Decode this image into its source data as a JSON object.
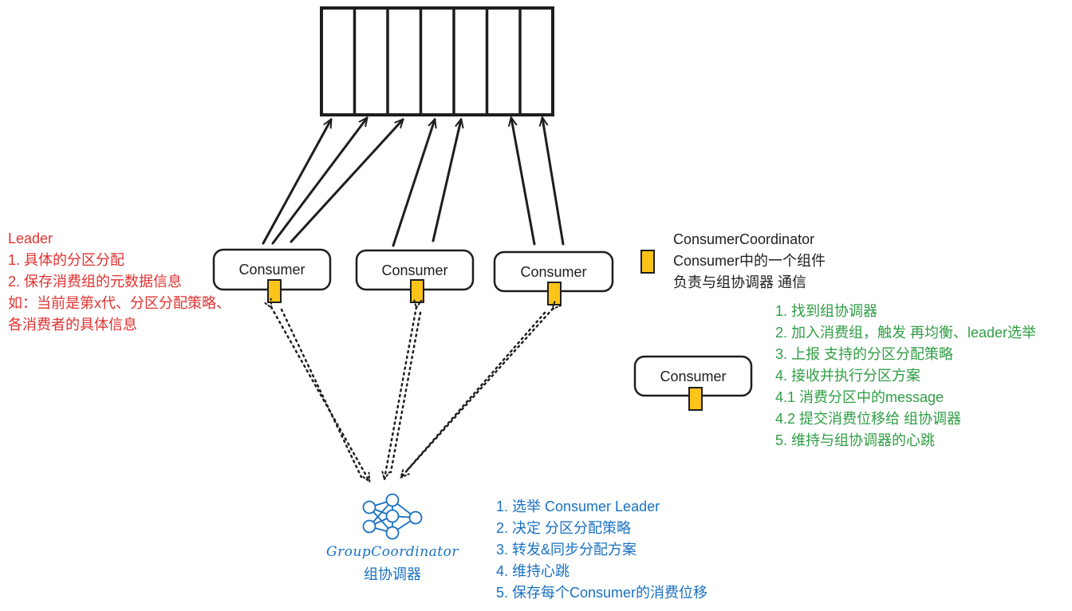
{
  "colors": {
    "stroke": "#1e1e1e",
    "leader_text": "#e03131",
    "consumer_steps_text": "#2f9e44",
    "group_coordinator_text": "#1971c2",
    "coordinator_marker": "#fcc419"
  },
  "icons": {
    "group_coordinator": "neural-network-icon",
    "consumer_coordinator": "yellow-rectangle-marker"
  },
  "partitions": {
    "count": 7
  },
  "consumers": [
    {
      "label": "Consumer"
    },
    {
      "label": "Consumer"
    },
    {
      "label": "Consumer"
    }
  ],
  "legend": {
    "consumer_label": "Consumer",
    "marker_lines": [
      "ConsumerCoordinator",
      "Consumer中的一个组件",
      "负责与组协调器 通信"
    ]
  },
  "leader_note": {
    "lines": [
      "Leader",
      "1. 具体的分区分配",
      "2. 保存消费组的元数据信息",
      "如：当前是第x代、分区分配策略、",
      "各消费者的具体信息"
    ]
  },
  "consumer_steps": {
    "lines": [
      "1. 找到组协调器",
      "2. 加入消费组，触发 再均衡、leader选举",
      "3. 上报 支持的分区分配策略",
      "4. 接收并执行分区方案",
      "4.1 消费分区中的message",
      "4.2 提交消费位移给 组协调器",
      "5. 维持与组协调器的心跳"
    ]
  },
  "group_coordinator": {
    "title": "GroupCoordinator",
    "subtitle": "组协调器",
    "duties": [
      "1. 选举 Consumer Leader",
      "2. 决定 分区分配策略",
      "3. 转发&同步分配方案",
      "4. 维持心跳",
      "5. 保存每个Consumer的消费位移"
    ]
  }
}
